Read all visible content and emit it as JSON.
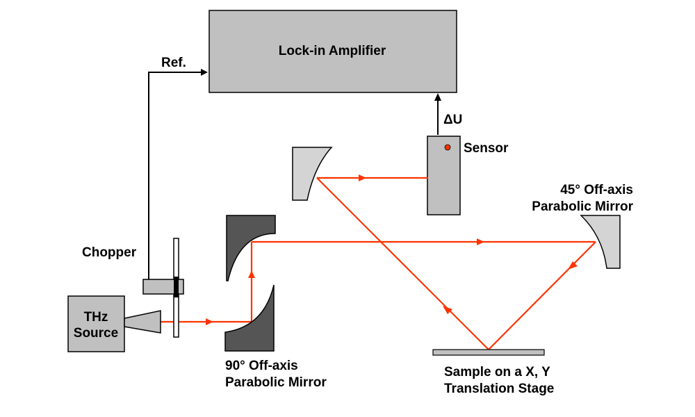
{
  "diagram": {
    "lockin": {
      "label": "Lock-in Amplifier"
    },
    "ref": {
      "label": "Ref."
    },
    "delta_u": {
      "label": "ΔU"
    },
    "sensor": {
      "label": "Sensor"
    },
    "mirror45": {
      "line1": "45° Off-axis",
      "line2": "Parabolic Mirror"
    },
    "chopper": {
      "label": "Chopper"
    },
    "thz_source": {
      "line1": "THz",
      "line2": "Source"
    },
    "mirror90": {
      "line1": "90° Off-axis",
      "line2": "Parabolic Mirror"
    },
    "sample": {
      "line1": "Sample on a X, Y",
      "line2": "Translation Stage"
    }
  },
  "colors": {
    "beam": "#ff3300",
    "box_fill": "#c0c0c0",
    "mirror_light": "#d4d4d4",
    "mirror_dark": "#555555",
    "sensor_dot": "#ff3300",
    "outline": "#000000"
  }
}
